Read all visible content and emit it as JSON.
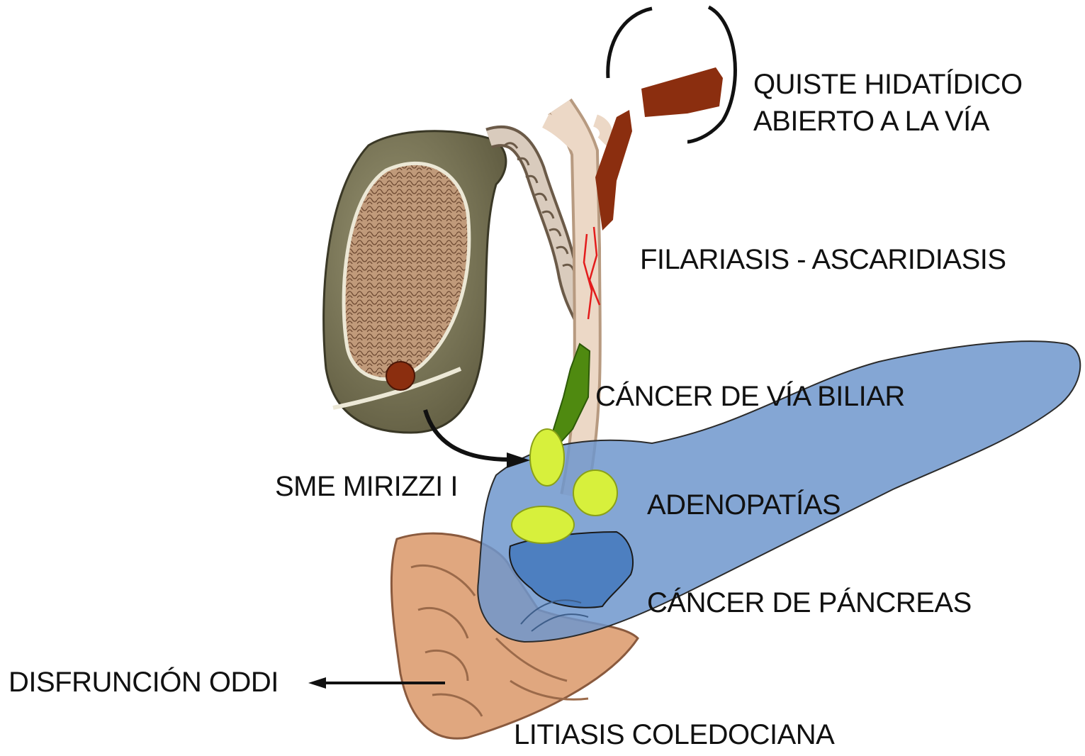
{
  "labels": {
    "quiste_line1": "QUISTE HIDATÍDICO",
    "quiste_line2": "ABIERTO A LA VÍA",
    "filariasis": "FILARIASIS - ASCARIDIASIS",
    "cancer_via": "CÁNCER DE VÍA BILIAR",
    "mirizzi": "SME MIRIZZI I",
    "adenopatias": "ADENOPATÍAS",
    "cancer_pancreas": "CÁNCER DE PÁNCREAS",
    "oddi": "DISFRUNCIÓN ODDI",
    "litiasis": "LITIASIS COLEDOCIANA"
  },
  "colors": {
    "pancreas": "#6f96cc",
    "pancreas_tumor": "#4d7fc0",
    "lymph_nodes": "#d7f03c",
    "tumor_bile_duct": "#4f8a10",
    "hydatid_cyst": "#8b2e0f",
    "gallbladder": "#7e7b5a",
    "duodenum": "#e0a77f"
  }
}
